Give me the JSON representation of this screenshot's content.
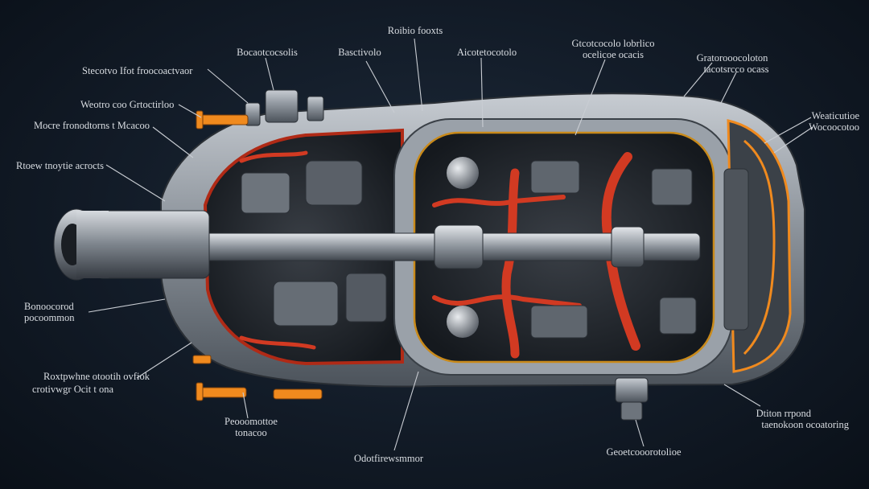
{
  "diagram": {
    "subject": "engine cutaway",
    "colors": {
      "background": "#121b27",
      "casing": "#9aa1a9",
      "casing_dark": "#4a5058",
      "coolant_red": "#d23a22",
      "accent_orange": "#f08a1e",
      "label_text": "#d9dde2"
    },
    "labels": [
      {
        "id": "top-center",
        "lines": [
          "Roibio fooxts"
        ]
      },
      {
        "id": "top-left-1",
        "lines": [
          "Bocaotcocsolis"
        ]
      },
      {
        "id": "top-left-2",
        "lines": [
          "Basctivolo"
        ]
      },
      {
        "id": "top-mid",
        "lines": [
          "Aicotetocotolo"
        ]
      },
      {
        "id": "top-right-1",
        "lines": [
          "Gtcotcocolo lobrlico",
          "ocelicoe ocacis"
        ]
      },
      {
        "id": "top-right-2",
        "lines": [
          "Gratorooocoloton",
          "tacotsrcco ocass"
        ]
      },
      {
        "id": "left-1",
        "lines": [
          "Stecotvo Ifot froocoactvaor"
        ]
      },
      {
        "id": "left-2",
        "lines": [
          "Weotro coo Grtoctirloo"
        ]
      },
      {
        "id": "left-3",
        "lines": [
          "Mocre fronodtorns t Mcacoo"
        ]
      },
      {
        "id": "left-4",
        "lines": [
          "Rtoew tnoytie acrocts"
        ]
      },
      {
        "id": "right-1",
        "lines": [
          "Weaticutioe",
          "Wocoocotoo"
        ]
      },
      {
        "id": "left-5",
        "lines": [
          "Bonoocorod",
          "pocoommon"
        ]
      },
      {
        "id": "left-6",
        "lines": [
          "Roxtpwhne otootih ovfiok",
          "crotivwgr Ocit t ona"
        ]
      },
      {
        "id": "bottom-left",
        "lines": [
          "Peooomottoe",
          "tonacoo"
        ]
      },
      {
        "id": "bottom-center-left",
        "lines": [
          "Odotfirewsmmor"
        ]
      },
      {
        "id": "bottom-center-right",
        "lines": [
          "Geoetcooorotolioe"
        ]
      },
      {
        "id": "bottom-right",
        "lines": [
          "Dtiton rrpond",
          "taenokoon ocoatoring"
        ]
      }
    ]
  }
}
